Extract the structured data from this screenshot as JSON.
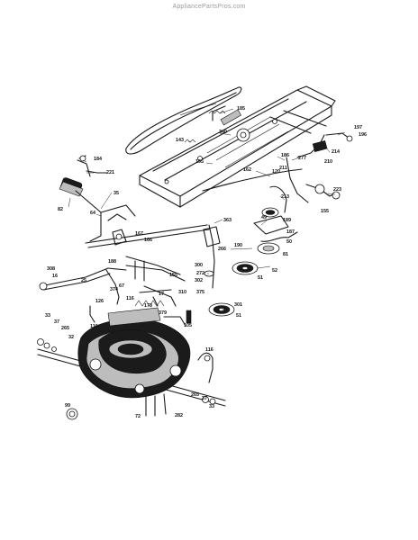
{
  "watermark": "AppliancePartsPros.com",
  "callouts": [
    {
      "id": "c-185",
      "text": "185"
    },
    {
      "id": "c-340",
      "text": "340"
    },
    {
      "id": "c-143",
      "text": "143"
    },
    {
      "id": "c-195",
      "text": "195"
    },
    {
      "id": "c-184",
      "text": "184"
    },
    {
      "id": "c-221",
      "text": "221"
    },
    {
      "id": "c-35",
      "text": "35"
    },
    {
      "id": "c-82",
      "text": "82"
    },
    {
      "id": "c-64",
      "text": "64"
    },
    {
      "id": "c-197",
      "text": "197"
    },
    {
      "id": "c-196",
      "text": "196"
    },
    {
      "id": "c-214",
      "text": "214"
    },
    {
      "id": "c-210",
      "text": "210"
    },
    {
      "id": "c-277",
      "text": "277"
    },
    {
      "id": "c-162",
      "text": "162"
    },
    {
      "id": "c-211",
      "text": "211"
    },
    {
      "id": "c-186",
      "text": "186"
    },
    {
      "id": "c-120",
      "text": "120"
    },
    {
      "id": "c-213",
      "text": "213"
    },
    {
      "id": "c-223",
      "text": "223"
    },
    {
      "id": "c-155",
      "text": "155"
    },
    {
      "id": "c-189",
      "text": "189"
    },
    {
      "id": "c-187",
      "text": "187"
    },
    {
      "id": "c-49",
      "text": "49"
    },
    {
      "id": "c-363",
      "text": "363"
    },
    {
      "id": "c-167",
      "text": "167"
    },
    {
      "id": "c-166",
      "text": "166"
    },
    {
      "id": "c-266",
      "text": "266"
    },
    {
      "id": "c-190",
      "text": "190"
    },
    {
      "id": "c-50",
      "text": "50"
    },
    {
      "id": "c-81",
      "text": "81"
    },
    {
      "id": "c-188",
      "text": "188"
    },
    {
      "id": "c-52",
      "text": "52"
    },
    {
      "id": "c-300",
      "text": "300"
    },
    {
      "id": "c-272",
      "text": "272"
    },
    {
      "id": "c-51a",
      "text": "51"
    },
    {
      "id": "c-302",
      "text": "302"
    },
    {
      "id": "c-375",
      "text": "375"
    },
    {
      "id": "c-301",
      "text": "301"
    },
    {
      "id": "c-51b",
      "text": "51"
    },
    {
      "id": "c-308",
      "text": "308"
    },
    {
      "id": "c-16",
      "text": "16"
    },
    {
      "id": "c-25",
      "text": "25"
    },
    {
      "id": "c-374",
      "text": "374"
    },
    {
      "id": "c-67",
      "text": "67"
    },
    {
      "id": "c-155b",
      "text": "155"
    },
    {
      "id": "c-17",
      "text": "17"
    },
    {
      "id": "c-310",
      "text": "310"
    },
    {
      "id": "c-116a",
      "text": "116"
    },
    {
      "id": "c-126",
      "text": "126"
    },
    {
      "id": "c-173",
      "text": "173"
    },
    {
      "id": "c-379",
      "text": "379"
    },
    {
      "id": "c-105",
      "text": "105"
    },
    {
      "id": "c-33",
      "text": "33"
    },
    {
      "id": "c-37a",
      "text": "37"
    },
    {
      "id": "c-265",
      "text": "265"
    },
    {
      "id": "c-116b",
      "text": "116"
    },
    {
      "id": "c-32",
      "text": "32"
    },
    {
      "id": "c-116c",
      "text": "116"
    },
    {
      "id": "c-265b",
      "text": "265"
    },
    {
      "id": "c-37b",
      "text": "37"
    },
    {
      "id": "c-99",
      "text": "99"
    },
    {
      "id": "c-72",
      "text": "72"
    },
    {
      "id": "c-282",
      "text": "282"
    },
    {
      "id": "c-33b",
      "text": "33"
    }
  ]
}
